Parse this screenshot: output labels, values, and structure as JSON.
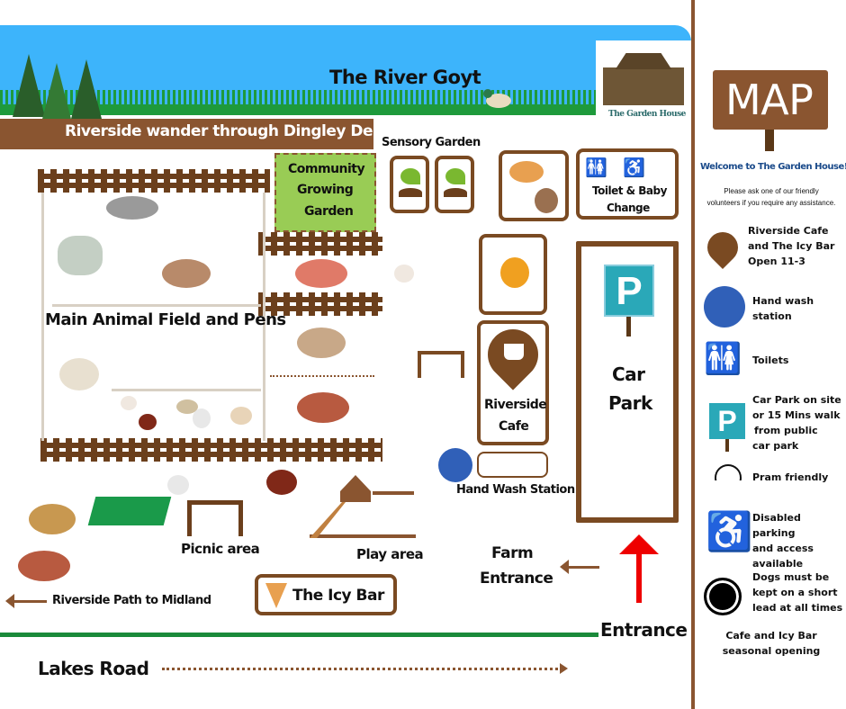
{
  "river": {
    "title": "The River Goyt"
  },
  "path_banner": "Riverside wander through  Dingley Dell",
  "garden_house": {
    "label": "The Garden House"
  },
  "map_sign": "MAP",
  "areas": {
    "sensory_garden": "Sensory Garden",
    "community_garden": [
      "Community",
      "Growing",
      "Garden"
    ],
    "toilets": [
      "Toilet & Baby",
      "Change"
    ],
    "main_field": "Main Animal Field and Pens",
    "cafe": [
      "Riverside",
      "Cafe"
    ],
    "hand_wash": "Hand Wash Station",
    "car_park": [
      "Car",
      "Park"
    ],
    "picnic": "Picnic area",
    "play": "Play area",
    "farm_entrance": [
      "Farm",
      "Entrance"
    ],
    "icy_bar": "The  Icy Bar",
    "riverside_path": "Riverside Path to Midland",
    "entrance": "Entrance",
    "road": "Lakes Road"
  },
  "legend": {
    "welcome": "Welcome to The Garden House!",
    "intro": [
      "Please ask one of our friendly",
      "volunteers if you require any assistance."
    ],
    "items": [
      {
        "icon": "cafe-pin-icon",
        "lines": [
          "Riverside Cafe",
          "and The Icy Bar",
          "Open 11-3"
        ]
      },
      {
        "icon": "hand-wash-icon",
        "lines": [
          "Hand wash",
          "station"
        ]
      },
      {
        "icon": "toilets-icon",
        "lines": [
          "Toilets"
        ]
      },
      {
        "icon": "parking-icon",
        "lines": [
          "Car Park on site",
          "or 15 Mins walk",
          "from public",
          "car park"
        ]
      },
      {
        "icon": "pram-icon",
        "lines": [
          "Pram friendly"
        ]
      },
      {
        "icon": "wheelchair-icon",
        "lines": [
          "Disabled parking",
          "and access",
          "available"
        ]
      },
      {
        "icon": "paw-icon",
        "lines": [
          "Dogs must be",
          "kept on a short",
          "lead at all times"
        ]
      }
    ],
    "footer": [
      "Cafe and Icy Bar",
      "seasonal opening"
    ]
  },
  "colors": {
    "river": "#3db4fb",
    "grass": "#1e9a3c",
    "brown": "#7a4a22",
    "green_garden": "#99cc55",
    "road": "#1a8a3a",
    "parking": "#2aa8b8",
    "blue_icon": "#3060b8",
    "red_arrow": "#ee0000"
  }
}
